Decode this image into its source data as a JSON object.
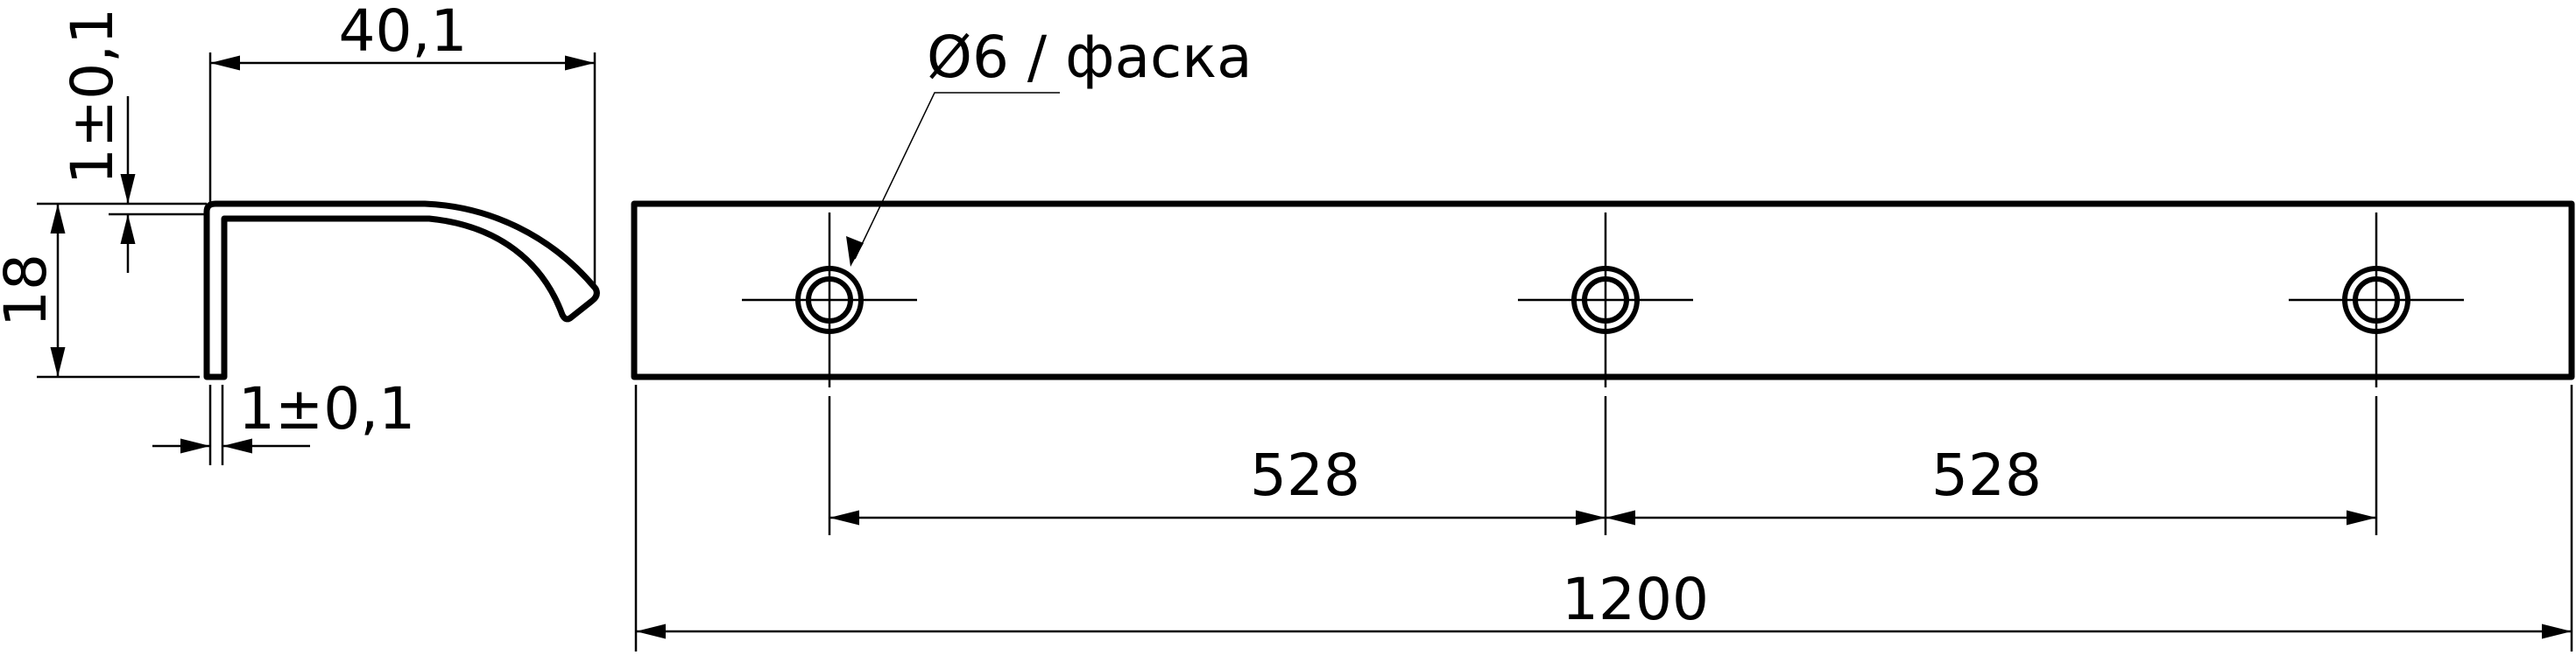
{
  "profile": {
    "width_dim": "40,1",
    "height_dim": "18",
    "top_thickness_dim": "1±0,1",
    "side_thickness_dim": "1±0,1"
  },
  "plan": {
    "hole_label": "Ø6 / фаска",
    "spacing_left": "528",
    "spacing_right": "528",
    "overall_length": "1200"
  },
  "colors": {
    "line": "#000000",
    "background": "#ffffff"
  }
}
